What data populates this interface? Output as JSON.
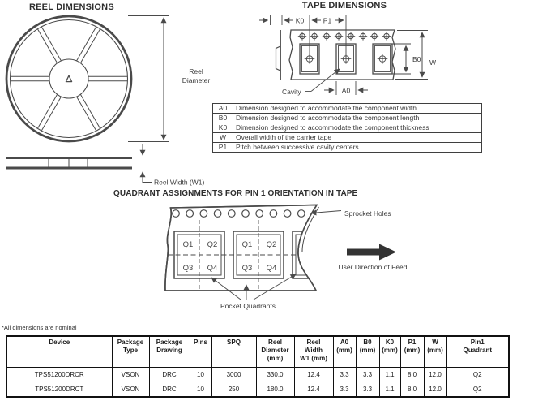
{
  "reel_section": {
    "title": "REEL DIMENSIONS",
    "diameter_label": [
      "Reel",
      "Diameter"
    ],
    "width_label": "Reel Width (W1)"
  },
  "tape_section": {
    "title": "TAPE DIMENSIONS",
    "labels": {
      "k0": "K0",
      "p1": "P1",
      "b0": "B0",
      "w": "W",
      "a0": "A0",
      "cavity": "Cavity"
    }
  },
  "dimension_table": {
    "rows": [
      {
        "code": "A0",
        "description": "Dimension designed to accommodate the component width"
      },
      {
        "code": "B0",
        "description": "Dimension designed to accommodate the component length"
      },
      {
        "code": "K0",
        "description": "Dimension designed to accommodate the component thickness"
      },
      {
        "code": "W",
        "description": "Overall width of the carrier tape"
      },
      {
        "code": "P1",
        "description": "Pitch between successive cavity centers"
      }
    ]
  },
  "quadrant_section": {
    "title": "QUADRANT ASSIGNMENTS FOR PIN 1 ORIENTATION IN TAPE",
    "quadrant_labels": [
      "Q1",
      "Q2",
      "Q3",
      "Q4"
    ],
    "sprocket_holes_label": "Sprocket Holes",
    "feed_direction_label": "User Direction of Feed",
    "pocket_quadrants_label": "Pocket Quadrants"
  },
  "footnote": "*All dimensions are nominal",
  "device_table": {
    "headers": [
      {
        "lines": [
          "Device"
        ]
      },
      {
        "lines": [
          "Package",
          "Type"
        ]
      },
      {
        "lines": [
          "Package",
          "Drawing"
        ]
      },
      {
        "lines": [
          "Pins"
        ]
      },
      {
        "lines": [
          "SPQ"
        ]
      },
      {
        "lines": [
          "Reel",
          "Diameter",
          "(mm)"
        ]
      },
      {
        "lines": [
          "Reel",
          "Width",
          "W1 (mm)"
        ]
      },
      {
        "lines": [
          "A0",
          "(mm)"
        ]
      },
      {
        "lines": [
          "B0",
          "(mm)"
        ]
      },
      {
        "lines": [
          "K0",
          "(mm)"
        ]
      },
      {
        "lines": [
          "P1",
          "(mm)"
        ]
      },
      {
        "lines": [
          "W",
          "(mm)"
        ]
      },
      {
        "lines": [
          "Pin1",
          "Quadrant"
        ]
      }
    ],
    "rows": [
      [
        "TPS51200DRCR",
        "VSON",
        "DRC",
        "10",
        "3000",
        "330.0",
        "12.4",
        "3.3",
        "3.3",
        "1.1",
        "8.0",
        "12.0",
        "Q2"
      ],
      [
        "TPS51200DRCT",
        "VSON",
        "DRC",
        "10",
        "250",
        "180.0",
        "12.4",
        "3.3",
        "3.3",
        "1.1",
        "8.0",
        "12.0",
        "Q2"
      ]
    ]
  },
  "colors": {
    "drawing_line": "#4a4a4a",
    "text": "#333333",
    "table_border": "#111111",
    "background": "#ffffff"
  }
}
